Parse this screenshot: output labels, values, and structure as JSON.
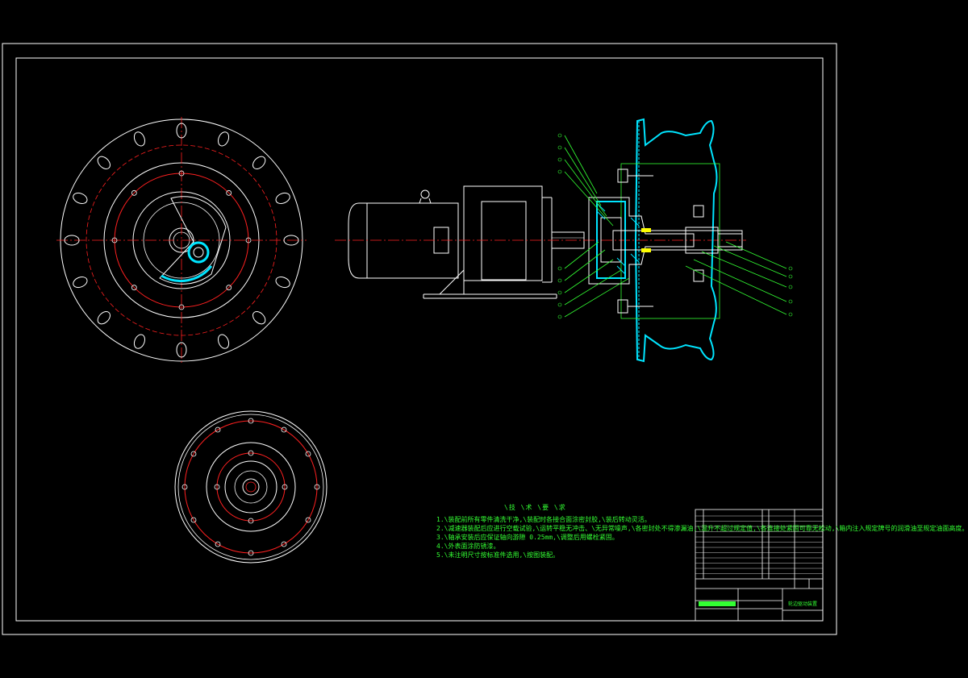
{
  "colors": {
    "background": "#000000",
    "frame": "#ffffff",
    "centerline": "#ff2020",
    "section": "#00e5ff",
    "annotation": "#33ff33",
    "highlight": "#ffff00"
  },
  "technical_notes": {
    "title": "\\技 \\术 \\要 \\求",
    "lines": [
      "1.\\装配前所有零件清洗干净,\\装配时各接合面涂密封胶,\\装后转动灵活。",
      "2.\\减速器装配后应进行空载试验,\\运转平稳无冲击、\\无异常噪声,\\各密封处不得渗漏油,\\温升不超过规定值,\\各连接处紧固可靠无松动,\\箱内注入规定牌号的润滑油至规定油面高度。",
      "3.\\轴承安装后应保证轴向游隙 0.25mm,\\调整后用螺栓紧固。",
      "4.\\外表面涂防锈漆。",
      "5.\\未注明尺寸按标准件选用,\\按图装配。"
    ]
  },
  "title_block": {
    "drawing_title": "轮边驱动装置"
  }
}
